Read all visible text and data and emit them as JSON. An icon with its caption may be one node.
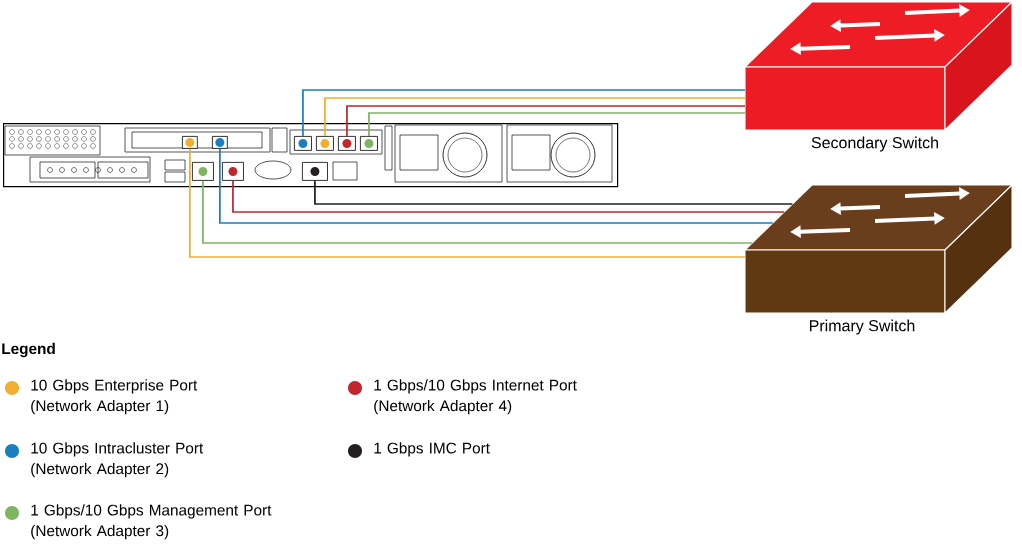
{
  "diagram": {
    "nodes": [
      {
        "text": [],
        "shape": "picture"
      },
      {
        "text": [],
        "shape": "box",
        "in": 0
      },
      {
        "text": [],
        "shape": "box",
        "in": 0
      },
      {
        "text": [],
        "shape": "box",
        "in": 0
      },
      {
        "text": [],
        "shape": "box",
        "in": 0
      },
      {
        "text": [],
        "shape": "box",
        "in": 0
      },
      {
        "text": [],
        "shape": "box",
        "in": 0
      },
      {
        "text": [],
        "shape": "box",
        "in": 0
      },
      {
        "text": [],
        "shape": "box",
        "in": 0
      },
      {
        "text": [],
        "shape": "box",
        "in": 0
      },
      {
        "text": [
          "Secondary Switch"
        ]
      },
      {
        "text": [
          "Primary Switch"
        ]
      }
    ],
    "edges": [
      {
        "from": 1,
        "to": 11,
        "arrow": "none",
        "color": "#f2ae2e"
      },
      {
        "from": 2,
        "to": 11,
        "arrow": "none",
        "color": "#1a7fc1"
      },
      {
        "from": 3,
        "to": 10,
        "arrow": "none",
        "color": "#1a7fc1"
      },
      {
        "from": 4,
        "to": 10,
        "arrow": "none",
        "color": "#f2ae2e"
      },
      {
        "from": 5,
        "to": 10,
        "arrow": "none",
        "color": "#c1272d"
      },
      {
        "from": 6,
        "to": 10,
        "arrow": "none",
        "color": "#7fb561"
      },
      {
        "from": 7,
        "to": 11,
        "arrow": "none",
        "color": "#7fb561"
      },
      {
        "from": 8,
        "to": 11,
        "arrow": "none",
        "color": "#c1272d"
      },
      {
        "from": 9,
        "to": 11,
        "arrow": "none",
        "color": "#231f20"
      }
    ],
    "labels": [
      "Legend"
    ],
    "legend": [
      {
        "text": "10 Gbps Enterprise Port (Network Adapter 1)",
        "color": "#f2ae2e"
      },
      {
        "text": "10 Gbps Intracluster Port (Network Adapter 2)",
        "color": "#1a7fc1"
      },
      {
        "text": "1 Gbps/10 Gbps Management Port (Network Adapter 3)",
        "color": "#7fb561"
      },
      {
        "text": "1 Gbps/10 Gbps Internet Port (Network Adapter 4)",
        "color": "#c1272d"
      },
      {
        "text": "1 Gbps IMC Port",
        "color": "#231f20"
      }
    ]
  }
}
